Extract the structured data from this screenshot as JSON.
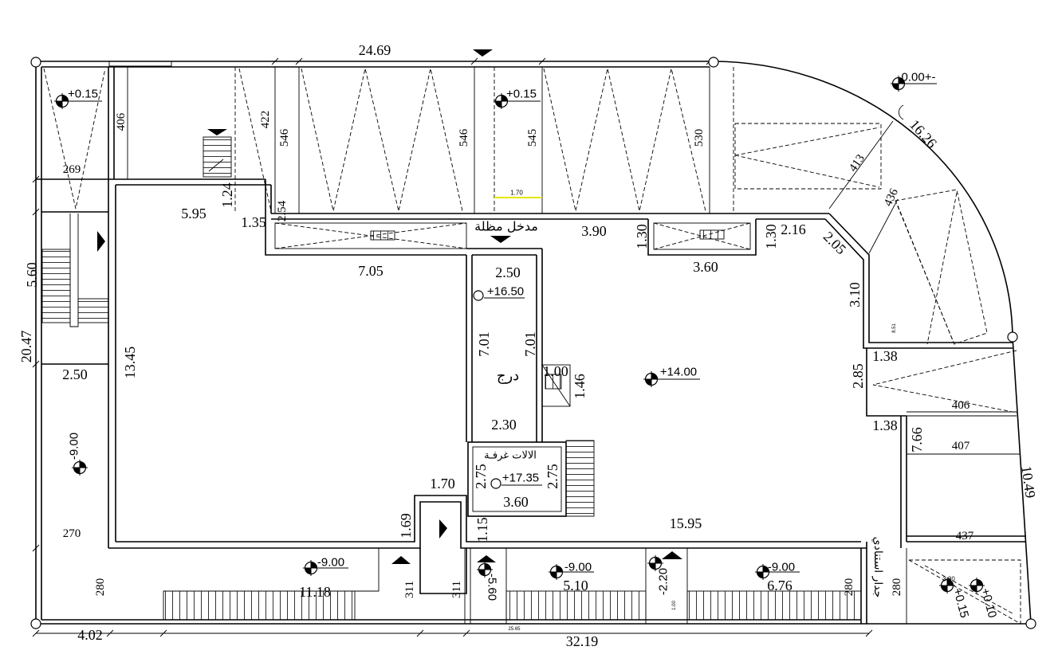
{
  "dimensions": [
    "24.69",
    "16.26",
    "413",
    "436",
    "406",
    "422",
    "546",
    "546",
    "545",
    "530",
    "269",
    "1.24",
    "5.95",
    "2.54",
    "1.35",
    "1.70",
    "3.90",
    "1.30",
    "1.30",
    "2.16",
    "2.05",
    "5.60",
    "7.05",
    "2.50",
    "3.60",
    "3.10",
    "8.51",
    "20.47",
    "13.45",
    "7.01",
    "7.01",
    "1.38",
    "2.50",
    "1.00",
    "1.46",
    "2.85",
    "406",
    "2.30",
    "1.38",
    "7.66",
    "407",
    "2.75",
    "2.75",
    "3.60",
    "10.49",
    "1.70",
    "1.69",
    "1.15",
    "15.95",
    "270",
    "437",
    "280",
    "11.18",
    "311",
    "311",
    "5.10",
    "1.00",
    "6.76",
    "280",
    "280",
    "3.80",
    "4.02",
    "25.65",
    "32.19"
  ],
  "levels": [
    "+0.15",
    "+0.15",
    "0.00+-",
    "+16.50",
    "+14.00",
    "-9.00",
    "+17.35",
    "-9.00",
    "-9.00",
    "-9.00",
    "-5.60",
    "-2.20",
    "+0.15",
    "+0.10"
  ],
  "room_labels": {
    "canopy_entrance": "مدخل مظلة",
    "stair": "درج",
    "machine_room": "الالات غرفـة",
    "retaining_wall": "جدار استنادي"
  },
  "colors": {
    "line": "#000000",
    "highlight": "#e6e600",
    "background": "#ffffff"
  }
}
